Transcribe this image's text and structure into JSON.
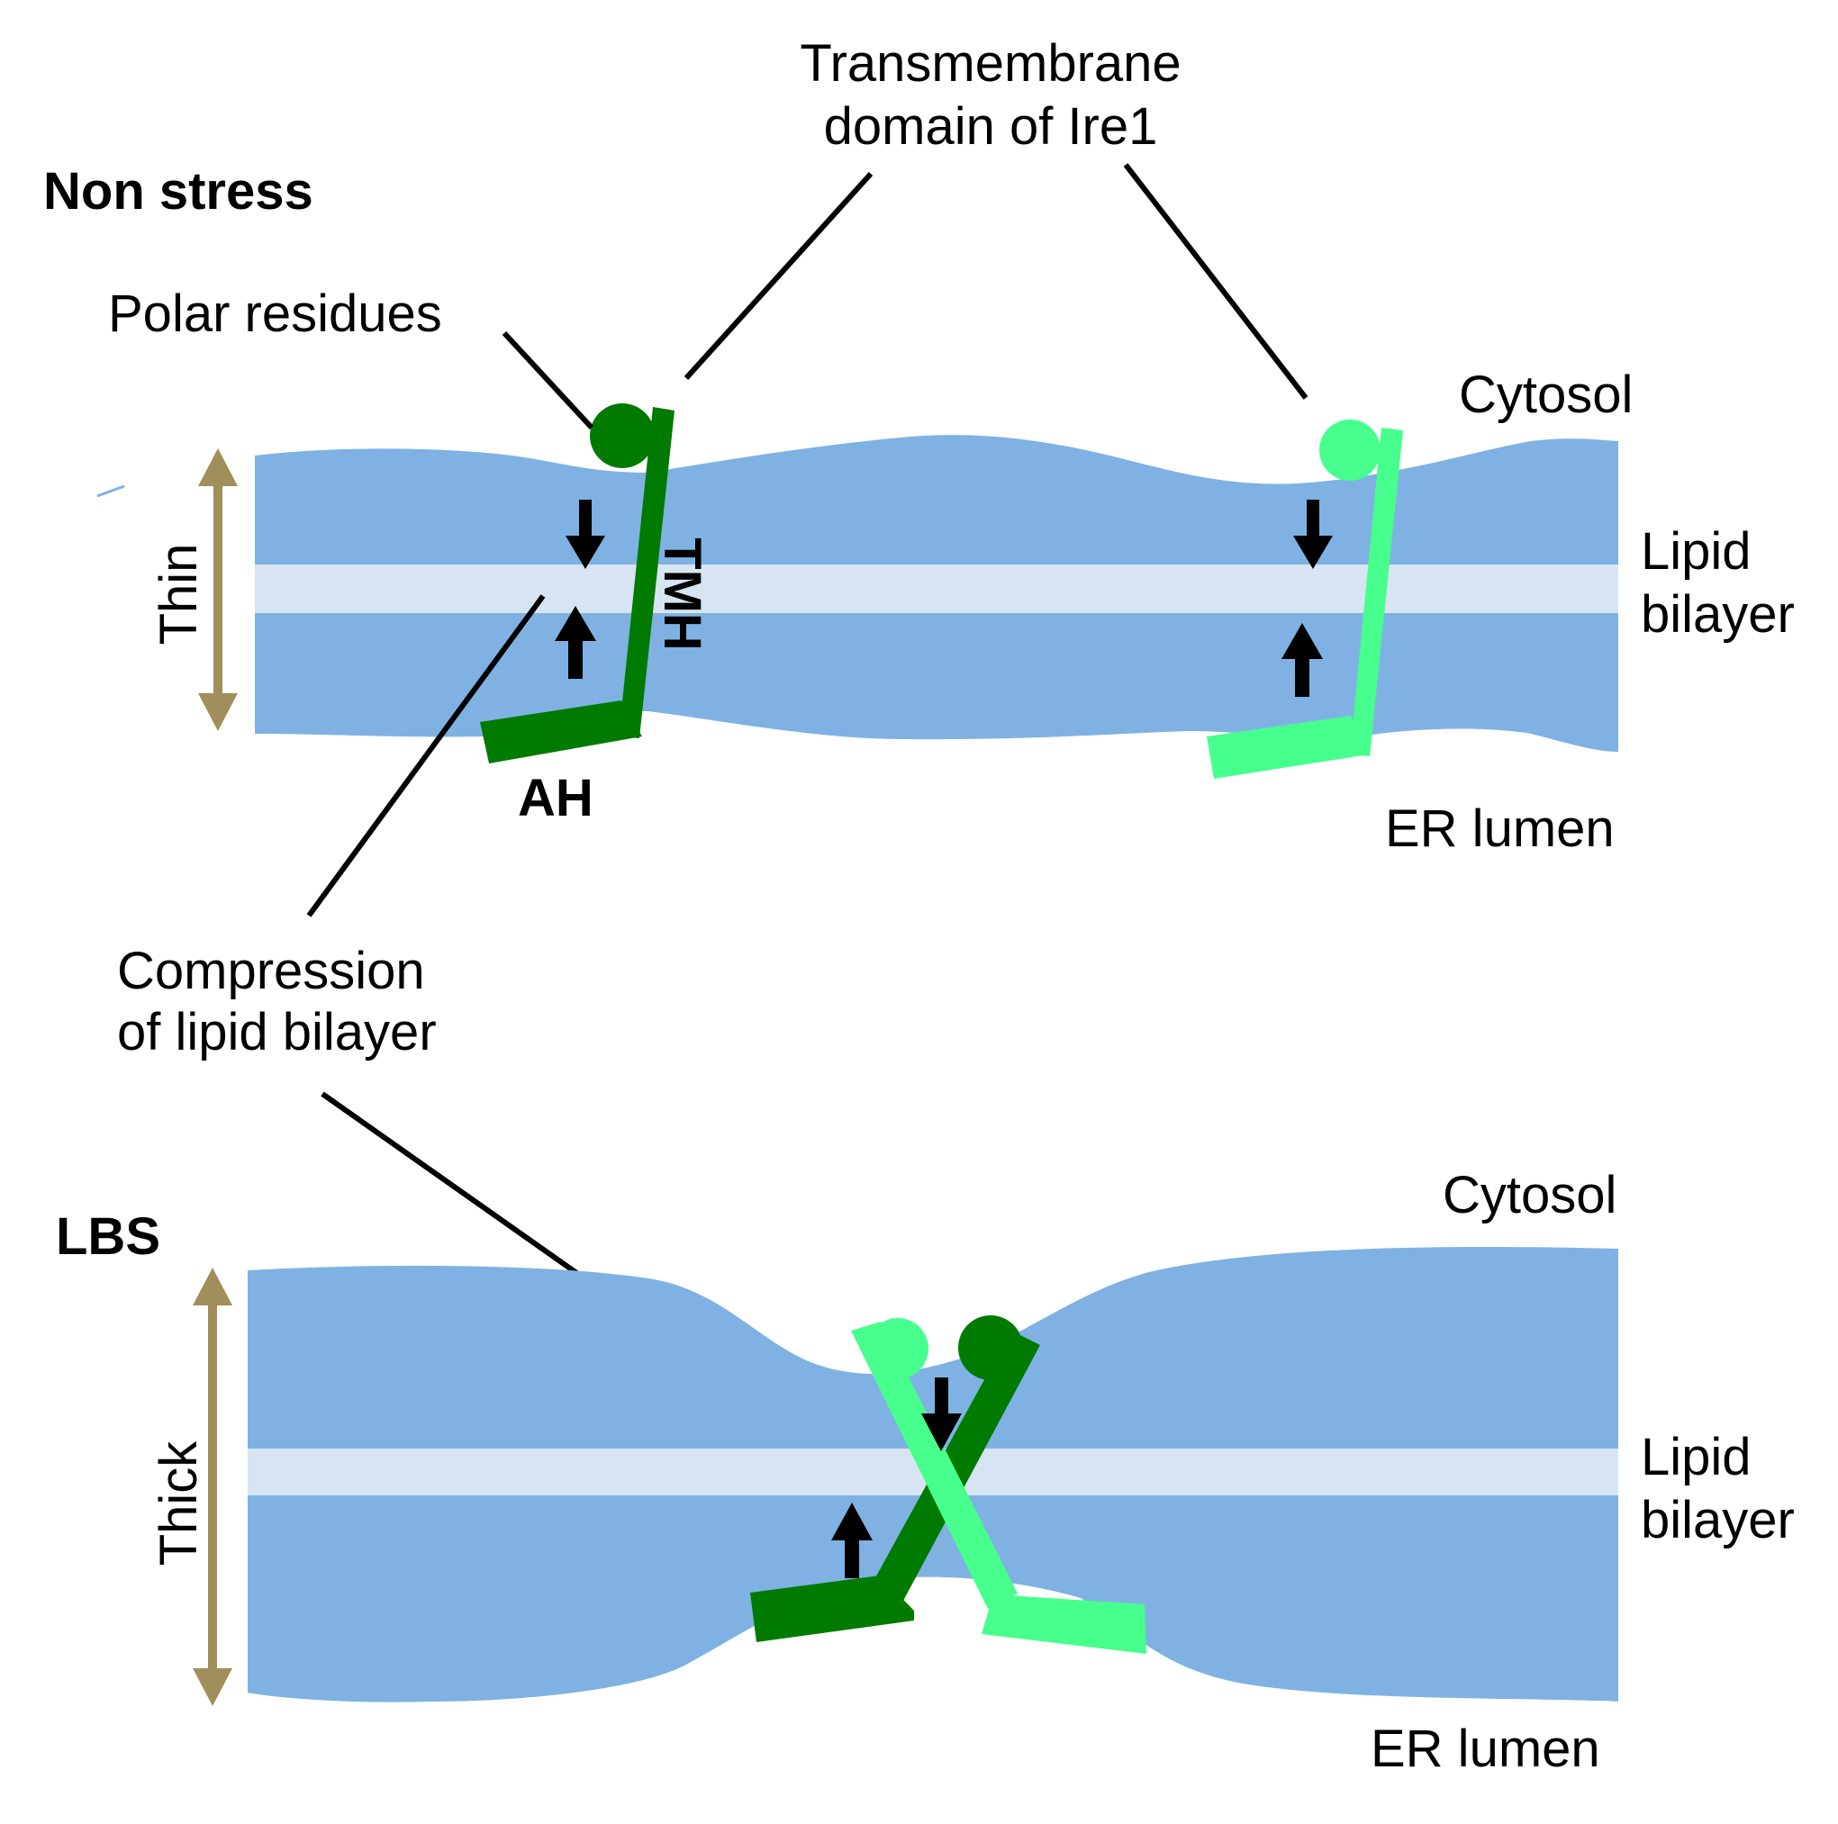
{
  "labels": {
    "non_stress": "Non stress",
    "lbs": "LBS",
    "tm_domain_line1": "Transmembrane",
    "tm_domain_line2": "domain of Ire1",
    "polar_residues": "Polar residues",
    "cytosol_top": "Cytosol",
    "cytosol_bottom": "Cytosol",
    "lipid_top_line1": "Lipid",
    "lipid_top_line2": "bilayer",
    "lipid_bottom_line1": "Lipid",
    "lipid_bottom_line2": "bilayer",
    "er_lumen_top": "ER lumen",
    "er_lumen_bottom": "ER lumen",
    "thin": "Thin",
    "thick": "Thick",
    "tmh": "TMH",
    "ah": "AH",
    "compression_line1": "Compression",
    "compression_line2": "of lipid bilayer"
  },
  "colors": {
    "condition_label": "#ff0000",
    "membrane": "#7fb2e3",
    "membrane_core": "#d7e4f1",
    "ire1_dark": "#007a00",
    "ire1_light": "#47ff8c",
    "thickness_arrow": "#a08f5a",
    "arrows": "#000000"
  }
}
